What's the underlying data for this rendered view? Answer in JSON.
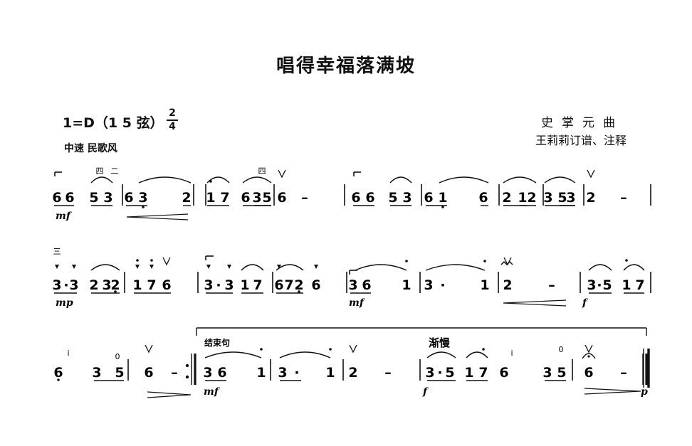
{
  "title": "唱得幸福落满坡",
  "key": "1=D（1 5 弦）",
  "time_signature": {
    "top": "2",
    "bottom": "4"
  },
  "tempo_style": "中速    民歌风",
  "composer": "史掌元曲",
  "editor": "王莉莉订谱、注释",
  "rows": [
    {
      "notes": [
        "6",
        "6",
        "5",
        "3",
        "6",
        "3",
        "2",
        "1",
        "7",
        "6",
        "3",
        "5",
        "6",
        "–",
        "6",
        "6",
        "5",
        "3",
        "6",
        "1",
        "6",
        "2",
        "1",
        "2",
        "3",
        "5",
        "3",
        "2",
        "–"
      ],
      "fingerings": [
        "四",
        "二",
        "四"
      ],
      "dynamics": [
        "mf"
      ]
    },
    {
      "notes": [
        "3",
        "·",
        "3",
        "2",
        "3",
        "2",
        "1",
        "7",
        "6",
        "3",
        "·",
        "3",
        "1",
        "7",
        "6",
        "7",
        "2",
        "6",
        "3",
        "6",
        "1",
        "3",
        "·",
        "1",
        "2",
        "–",
        "3",
        "·",
        "5",
        "1",
        "7"
      ],
      "fingerings": [
        "三"
      ],
      "dynamics": [
        "mp",
        "mf",
        "f"
      ]
    },
    {
      "notes": [
        "6",
        "3",
        "5",
        "6",
        "–",
        "3",
        "6",
        "1",
        "3",
        "·",
        "1",
        "2",
        "–",
        "3",
        "·",
        "5",
        "1",
        "7",
        "6",
        "3",
        "5",
        "6",
        "–"
      ],
      "fingerings": [
        "i",
        "0",
        "i",
        "0"
      ],
      "dynamics": [
        "mf",
        "f",
        "p"
      ],
      "labels": {
        "ending": "结束句",
        "rit": "渐慢"
      }
    }
  ]
}
